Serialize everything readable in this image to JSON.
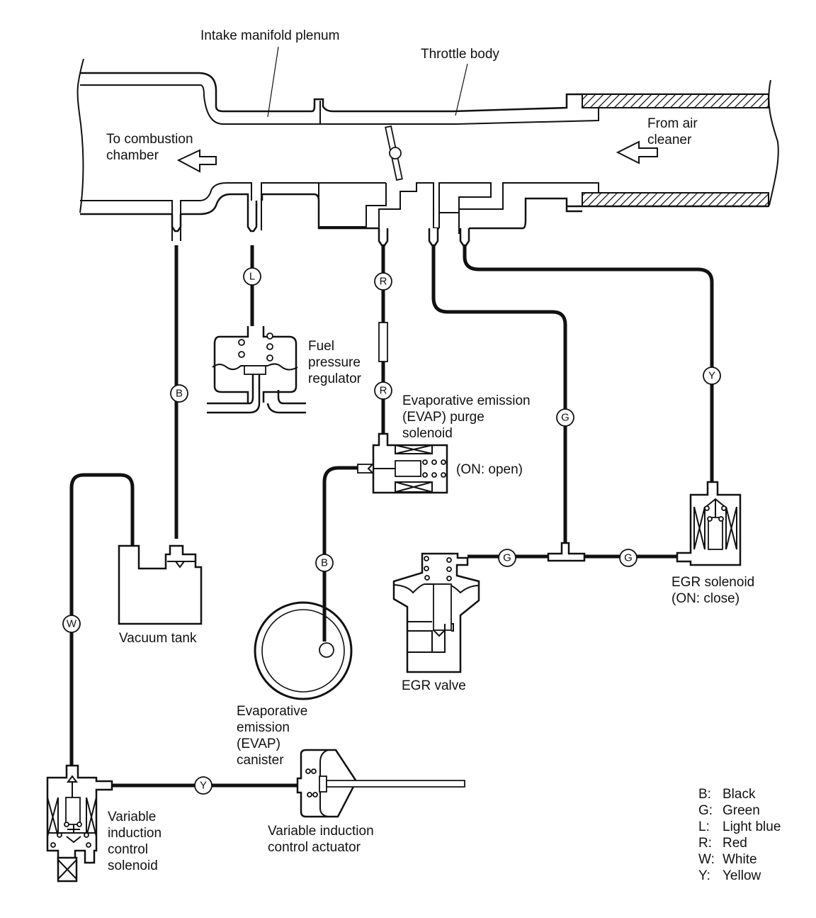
{
  "labels": {
    "intake_manifold": "Intake manifold plenum",
    "throttle_body": "Throttle body",
    "to_combustion": [
      "To combustion",
      "chamber"
    ],
    "from_air_cleaner": [
      "From air",
      "cleaner"
    ],
    "fuel_pressure_regulator": [
      "Fuel",
      "pressure",
      "regulator"
    ],
    "evap_purge_solenoid": [
      "Evaporative emission",
      "(EVAP) purge",
      "solenoid"
    ],
    "evap_purge_state": "(ON: open)",
    "vacuum_tank": "Vacuum tank",
    "evap_canister": [
      "Evaporative",
      "emission",
      "(EVAP)",
      "canister"
    ],
    "egr_valve": "EGR valve",
    "egr_solenoid": [
      "EGR solenoid",
      "(ON: close)"
    ],
    "vic_solenoid": [
      "Variable",
      "induction",
      "control",
      "solenoid"
    ],
    "vic_actuator": [
      "Variable induction",
      "control actuator"
    ]
  },
  "hose_tags": {
    "fuel_regulator_hose": "L",
    "vacuum_tank_hose": "B",
    "purge_upper": "R",
    "purge_lower": "R",
    "canister_hose": "B",
    "egr_vertical": "G",
    "egr_solenoid_feed": "Y",
    "egr_valve_left": "G",
    "egr_valve_right": "G",
    "vic_solenoid_feed": "W",
    "vic_actuator_hose": "Y"
  },
  "legend": [
    {
      "code": "B:",
      "color": "Black"
    },
    {
      "code": "G:",
      "color": "Green"
    },
    {
      "code": "L:",
      "color": "Light blue"
    },
    {
      "code": "R:",
      "color": "Red"
    },
    {
      "code": "W:",
      "color": "White"
    },
    {
      "code": "Y:",
      "color": "Yellow"
    }
  ]
}
